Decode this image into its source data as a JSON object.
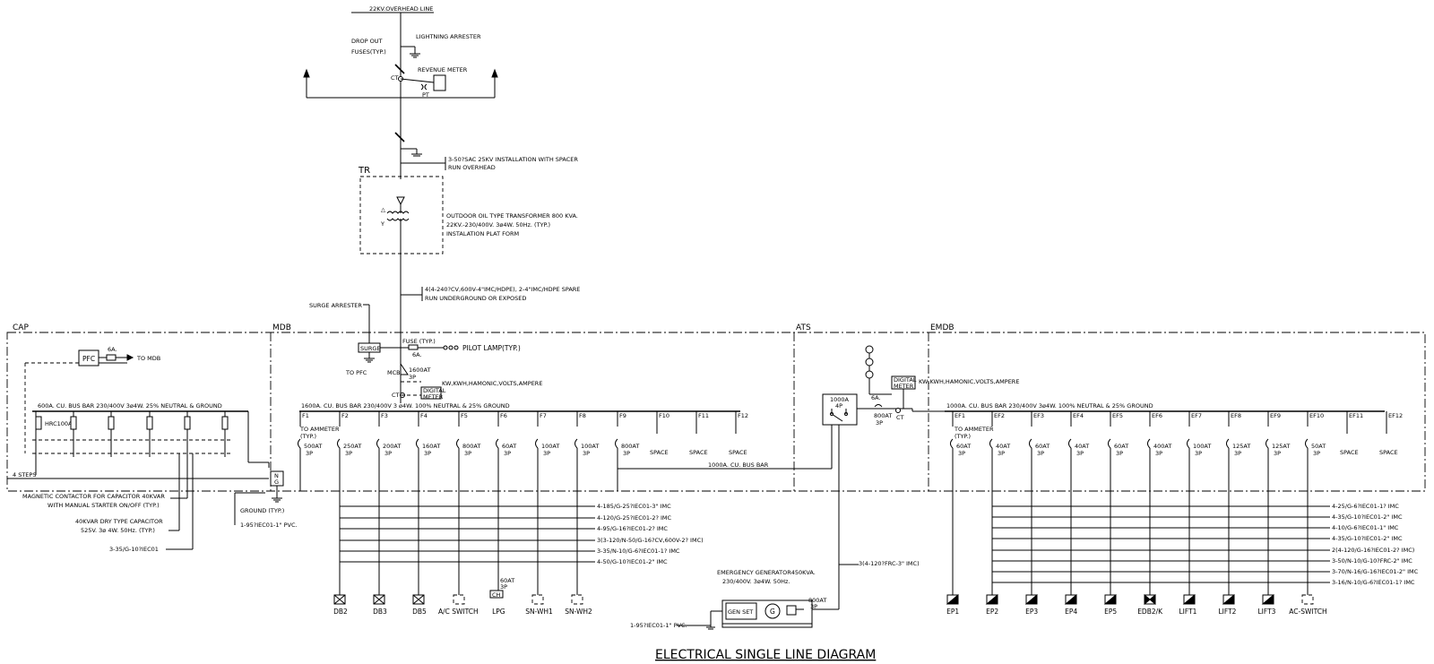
{
  "title": "ELECTRICAL SINGLE LINE DIAGRAM",
  "top": {
    "overhead_line": "22KV.OVERHEAD LINE",
    "drop_out_fuses": [
      "DROP OUT",
      "FUSES(TYP.)"
    ],
    "lightning_arrester": "LIGHTNING ARRESTER",
    "revenue_meter": "REVENUE METER",
    "ct": "CT",
    "pt": "PT",
    "cable_note": [
      "3-50?SAC 25KV INSTALLATION WITH SPACER",
      "RUN OVERHEAD"
    ],
    "tr_label": "TR",
    "transformer_note": [
      "OUTDOOR OIL TYPE TRANSFORMER 800 KVA.",
      "22KV.-230/400V. 3ø4W. 50Hz. (TYP.)",
      "INSTALATION PLAT FORM"
    ],
    "feeder_note": [
      "4(4-240?CV,600V-4\"IMC/HDPE), 2-4\"IMC/HDPE SPARE",
      "RUN UNDERGROUND OR EXPOSED"
    ]
  },
  "sections": {
    "cap": "CAP",
    "mdb": "MDB",
    "ats": "ATS",
    "emdb": "EMDB"
  },
  "mdb": {
    "surge_arrester": "SURGE ARRESTER",
    "surge": "SURGE",
    "fuse": "FUSE (TYP.)",
    "fuse_rating": "6A.",
    "pilot_lamp": "PILOT LAMP(TYP.)",
    "to_pfc": "TO PFC",
    "mcb": "MCB",
    "main_breaker": [
      "1600AT",
      "3P"
    ],
    "meter_note": "KW,KWH,HAMONIC,VOLTS,AMPERE",
    "digital_meter": [
      "DIGITAL",
      "METER"
    ],
    "ct": "CT",
    "bus_bar": "1600A. CU. BUS BAR 230/400V 3 ø4W. 100% NEUTRAL & 25% GROUND",
    "to_ammeter": [
      "TO AMMETER",
      "(TYP.)"
    ],
    "link_bus": "1000A. CU. BUS BAR",
    "feeders": [
      {
        "id": "F1",
        "rating": "500AT"
      },
      {
        "id": "F2",
        "rating": "250AT"
      },
      {
        "id": "F3",
        "rating": "200AT"
      },
      {
        "id": "F4",
        "rating": "160AT"
      },
      {
        "id": "F5",
        "rating": "800AT"
      },
      {
        "id": "F6",
        "rating": "60AT"
      },
      {
        "id": "F7",
        "rating": "100AT"
      },
      {
        "id": "F8",
        "rating": "100AT"
      },
      {
        "id": "F9",
        "rating": "800AT"
      },
      {
        "id": "F10",
        "rating": "SPACE"
      },
      {
        "id": "F11",
        "rating": "SPACE"
      },
      {
        "id": "F12",
        "rating": "SPACE"
      }
    ],
    "pole": "3P",
    "cables": [
      "4-185/G-25?IEC01-3\" IMC",
      "4-120/G-25?IEC01-2? IMC",
      "4-95/G-16?IEC01-2? IMC",
      "3(3-120/N-50/G-16?CV,600V-2? IMC)",
      "3-35/N-10/G-6?IEC01-1? IMC",
      "4-50/G-10?IEC01-2\" IMC"
    ],
    "loads": [
      "DB2",
      "DB3",
      "DB5",
      "A/C SWITCH",
      "LPG",
      "SN-WH1",
      "SN-WH2"
    ],
    "lpg_breaker": [
      "60AT",
      "3P"
    ],
    "ch": "CH",
    "ng": [
      "N",
      "G"
    ],
    "ground": "GROUND (TYP.)",
    "ground_cable": "1-95?IEC01-1\" PVC."
  },
  "cap": {
    "pfc": "PFC",
    "fuse_6a": "6A.",
    "to_mdb": "TO MDB",
    "bus_bar": "600A. CU. BUS BAR 230/400V 3ø4W. 25% NEUTRAL & GROUND",
    "hrc": "HRC100A",
    "steps": "4 STEPS",
    "note_contactor": [
      "MAGNETIC CONTACTOR FOR CAPACITOR 40KVAR",
      "WITH MANUAL STARTER ON/OFF (TYP.)"
    ],
    "note_capacitor": [
      "40KVAR DRY TYPE CAPACITOR",
      "525V. 3ø 4W. 50Hz. (TYP.)"
    ],
    "cable": "3-35/G-10?IEC01"
  },
  "ats": {
    "breaker": [
      "1000A",
      "4P"
    ],
    "cable": "3(4-120?FRC-3\" IMC)"
  },
  "emdb": {
    "meter_note": "KW,KWH,HAMONIC,VOLTS,AMPERE",
    "digital_meter": [
      "DIGITAL",
      "METER"
    ],
    "fuse": "6A.",
    "main_breaker": [
      "800AT",
      "3P"
    ],
    "ct": "CT",
    "bus_bar": "1000A. CU. BUS BAR 230/400V 3ø4W. 100% NEUTRAL & 25% GROUND",
    "to_ammeter": [
      "TO AMMETER",
      "(TYP.)"
    ],
    "feeders": [
      {
        "id": "EF1",
        "rating": "60AT"
      },
      {
        "id": "EF2",
        "rating": "40AT"
      },
      {
        "id": "EF3",
        "rating": "60AT"
      },
      {
        "id": "EF4",
        "rating": "40AT"
      },
      {
        "id": "EF5",
        "rating": "60AT"
      },
      {
        "id": "EF6",
        "rating": "400AT"
      },
      {
        "id": "EF7",
        "rating": "100AT"
      },
      {
        "id": "EF8",
        "rating": "125AT"
      },
      {
        "id": "EF9",
        "rating": "125AT"
      },
      {
        "id": "EF10",
        "rating": "50AT"
      },
      {
        "id": "EF11",
        "rating": "SPACE"
      },
      {
        "id": "EF12",
        "rating": "SPACE"
      }
    ],
    "pole": "3P",
    "cables": [
      "4-25/G-6?IEC01-1? IMC",
      "4-35/G-10?IEC01-2\" IMC",
      "4-10/G-6?IEC01-1\" IMC",
      "4-35/G-10?IEC01-2\" IMC",
      "2(4-120/G-16?IEC01-2? IMC)",
      "3-50/N-10/G-10?FRC-2\" IMC",
      "3-70/N-16/G-16?IEC01-2\" IMC",
      "3-16/N-10/G-6?IEC01-1? IMC"
    ],
    "loads": [
      "EP1",
      "EP2",
      "EP3",
      "EP4",
      "EP5",
      "EDB2/K",
      "LIFT1",
      "LIFT2",
      "LIFT3",
      "AC-SWITCH"
    ]
  },
  "generator": {
    "note": [
      "EMERGENCY GENERATOR450KVA.",
      "230/400V. 3ø4W. 50Hz."
    ],
    "genset": "GEN SET",
    "g": "G",
    "breaker": [
      "800AT",
      "3P"
    ],
    "ground_cable": "1-95?IEC01-1\" PVC."
  }
}
